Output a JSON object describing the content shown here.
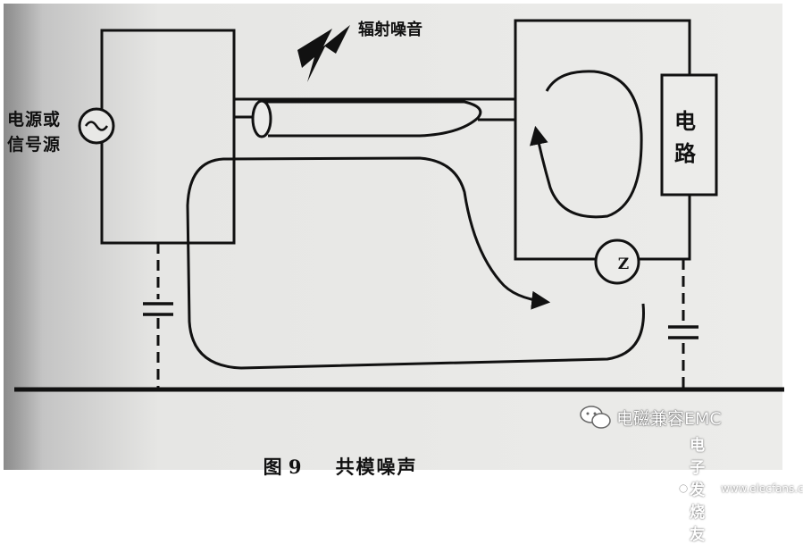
{
  "labels": {
    "source": "电源或\n信号源",
    "radiation": "辐射噪音",
    "circuit": "电路",
    "ground_impedance": "Z"
  },
  "caption": {
    "figure": "图 9",
    "title": "共模噪声"
  },
  "watermark": {
    "wechat_account": "电磁兼容EMC",
    "site_name": "电子发烧友",
    "site_url": "www.elecfans.com"
  },
  "icons": [
    "ac-source-icon",
    "lightning-icon",
    "wechat-icon",
    "site-logo-icon"
  ],
  "colors": {
    "ink": "#111111",
    "paper": "#e8e8e6"
  }
}
